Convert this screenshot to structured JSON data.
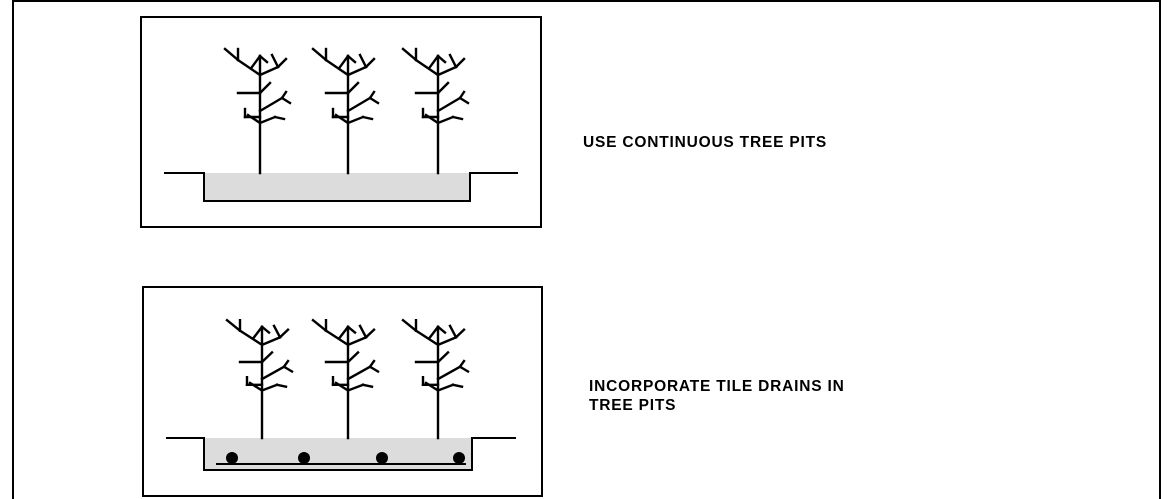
{
  "diagram": {
    "panels": [
      {
        "id": "continuous-pits",
        "caption_lines": [
          "USE CONTINUOUS TREE PITS"
        ],
        "tree_count": 3,
        "drain_count": 0
      },
      {
        "id": "tile-drains",
        "caption_lines": [
          "INCORPORATE TILE DRAINS IN",
          "TREE PITS"
        ],
        "tree_count": 3,
        "drain_count": 4
      }
    ],
    "colors": {
      "line": "#000000",
      "pit_fill": "#dcdcdc",
      "background": "#ffffff"
    }
  }
}
